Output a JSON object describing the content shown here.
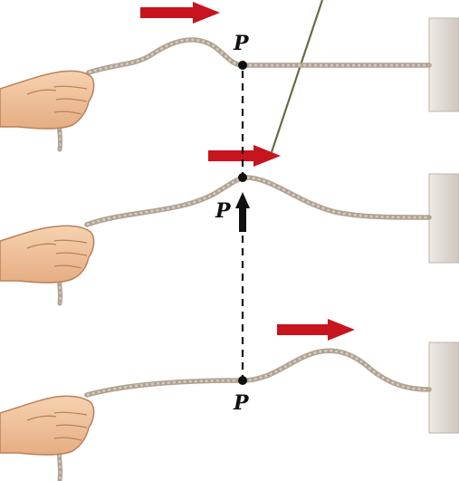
{
  "point_label": "P",
  "colors": {
    "rope": "#c4b8ab",
    "rope_shadow": "#9c8f80",
    "arrow_red": "#c8141e",
    "arrow_black": "#111111",
    "wall": "#dcd5cf",
    "skin": "#f2c49e",
    "pointer_line": "#6b6b4a"
  },
  "panels": [
    {
      "name": "top",
      "label": "P"
    },
    {
      "name": "middle",
      "label": "P"
    },
    {
      "name": "bottom",
      "label": "P"
    }
  ]
}
